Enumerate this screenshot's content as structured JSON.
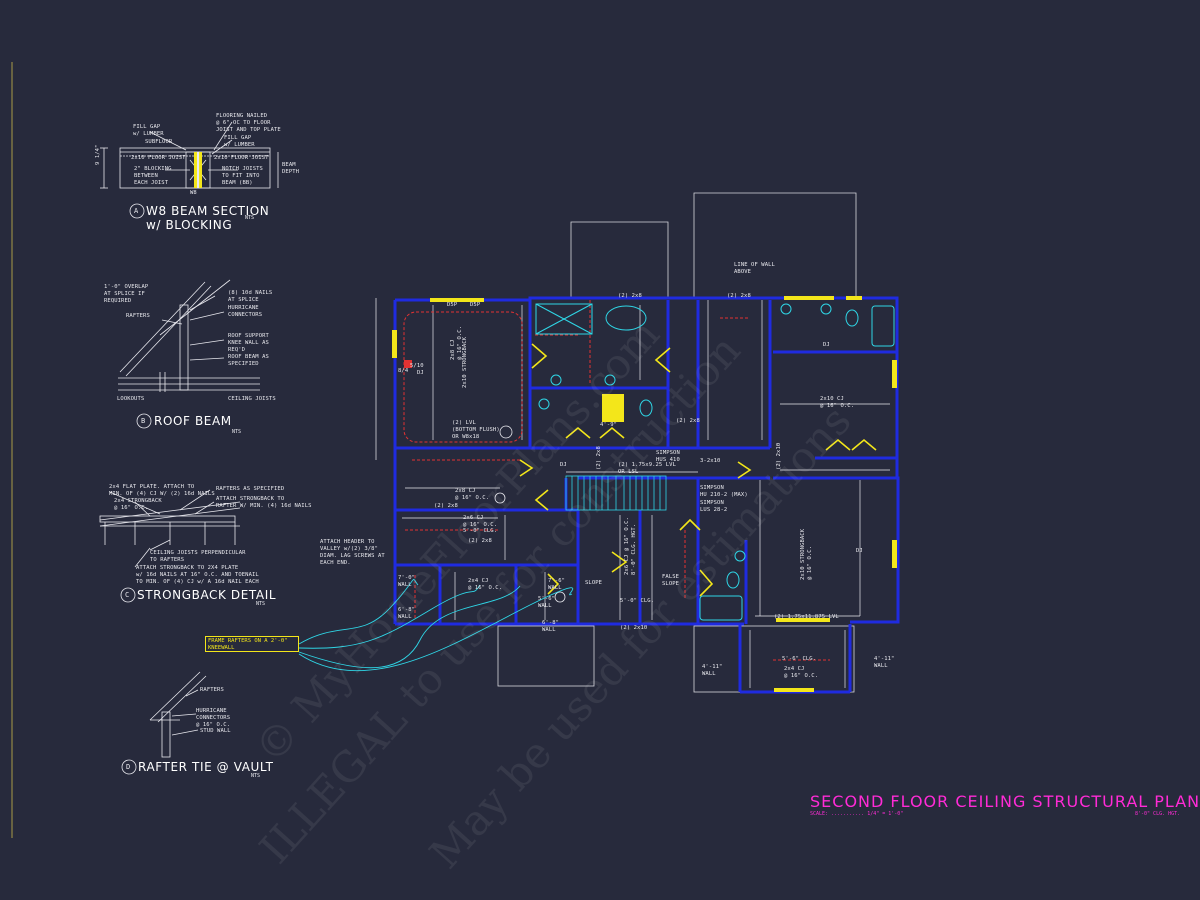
{
  "details": {
    "a": {
      "marker": "A",
      "title_line1": "W8 BEAM SECTION",
      "title_line2": "w/ BLOCKING",
      "scale": "NTS",
      "labels": [
        "FILL GAP\nw/ LUMBER",
        "SUBFLOOR",
        "FLOORING NAILED\n@ 6\" OC TO FLOOR\nJOIST AND TOP PLATE",
        "FILL GAP\nw/ LUMBER",
        "2x10 FLOOR JOIST",
        "2x10 FLOOR JOIST",
        "2\" BLOCKING\nBETWEEN\nEACH JOIST",
        "NOTCH JOISTS\nTO FIT INTO\nBEAM (BB)",
        "W8",
        "9 1/4\"",
        "BEAM\nDEPTH"
      ]
    },
    "b": {
      "marker": "B",
      "title": "ROOF BEAM",
      "scale": "NTS",
      "labels": [
        "1'-0\" OVERLAP\nAT SPLICE IF\nREQUIRED",
        "(8) 10d NAILS\nAT SPLICE",
        "HURRICANE\nCONNECTORS",
        "RAFTERS",
        "ROOF SUPPORT\nKNEE WALL AS\nREQ'D",
        "ROOF BEAM AS\nSPECIFIED",
        "LOOKOUTS",
        "CEILING JOISTS"
      ]
    },
    "c": {
      "marker": "C",
      "title": "STRONGBACK DETAIL",
      "scale": "NTS",
      "labels": [
        "2x4 FLAT PLATE. ATTACH TO\nMIN. OF (4) CJ W/ (2) 16d NAILS",
        "2x4 STRONGBACK\n@ 16\" O.C.",
        "RAFTERS AS SPECIFIED",
        "ATTACH STRONGBACK TO\nRAFTER W/ MIN. (4) 16d NAILS",
        "CEILING JOISTS PERPENDICULAR\nTO RAFTERS",
        "ATTACH STRONGBACK TO 2X4 PLATE\nw/ 16d NAILS AT 16\" O.C. AND TOENAIL\nTO MIN. OF (4) CJ w/ A 16d NAIL EACH"
      ]
    },
    "d": {
      "marker": "D",
      "title": "RAFTER TIE @ VAULT",
      "scale": "NTS",
      "labels": [
        "RAFTERS",
        "HURRICANE\nCONNECTORS\n@ 16\" O.C.",
        "STUD WALL"
      ]
    }
  },
  "callout": "FRAME RAFTERS ON A 2'-0\"\nKNEEWALL",
  "plan_labels": [
    "D5P",
    "D5P",
    "(2) 2x8",
    "(2) 2x8",
    "2x8 CJ\n@ 16\" O.C.",
    "2x10 STRONGBACK",
    "(2) LVL\n(BOTTOM FLUSH)\nOR W8x18",
    "LINE OF WALL\nABOVE",
    "(2) 2x8",
    "2x10 CJ\n@ 16\" O.C.",
    "(2) 2x8",
    "SIMPSON\nHUS 410",
    "(2) 1.75x9.25 LVL\nOR LSL",
    "3-2x10",
    "SIMPSON\nHU 210-2 (MAX)",
    "SIMPSON\nLUS 28-2",
    "2x8 CJ\n@ 16\" O.C.",
    "(2) 2x8",
    "(2) 2x10",
    "2x6 CJ\n@ 16\" O.C.",
    "5'-0\" CLG.",
    "(2) 2x8",
    "ATTACH HEADER TO\nVALLEY w/(2) 3/8\"\nDIAM. LAG SCREWS AT\nEACH END.",
    "7'-0\"\nWALL",
    "6'-8\"\nWALL",
    "2x4 CJ\n@ 16\" O.C.",
    "7'-6\"\nWALL",
    "5'-6\"\nWALL",
    "6'-8\"\nWALL",
    "SLOPE",
    "2x6 CJ @ 16\" O.C.\n8'-0\" CLG. HGT.",
    "5'-0\" CLG.",
    "FALSE\nSLOPE",
    "(2) 2x10",
    "2x10 STRONGBACK\n@ 16\" O.C.",
    "(2) 1.75x11.875 LVL",
    "5'-6\" CLG.",
    "2x4 CJ\n@ 16\" O.C.",
    "4'-11\"\nWALL",
    "4'-11\"\nWALL",
    "DJ",
    "DJ",
    "DJ",
    "DJ",
    "5/10",
    "8/4",
    "4'-9\""
  ],
  "plan_title": "SECOND FLOOR CEILING STRUCTURAL PLAN",
  "plan_scale": "SCALE: ........... 1/4\" = 1'-0\"",
  "plan_height": "8'-0\" CLG. HGT.",
  "watermark": {
    "line1": "© MyHomeFloorPlans.com",
    "line2": "ILLEGAL to use for construction",
    "line3": "May be used for estimations"
  },
  "colors": {
    "background": "#272a3c",
    "wall": "#1f2be0",
    "lines": "#e8e8ee",
    "accent_yellow": "#f3e61a",
    "accent_cyan": "#2fd6e6",
    "accent_red": "#e23232",
    "accent_magenta": "#ff2bd6"
  }
}
